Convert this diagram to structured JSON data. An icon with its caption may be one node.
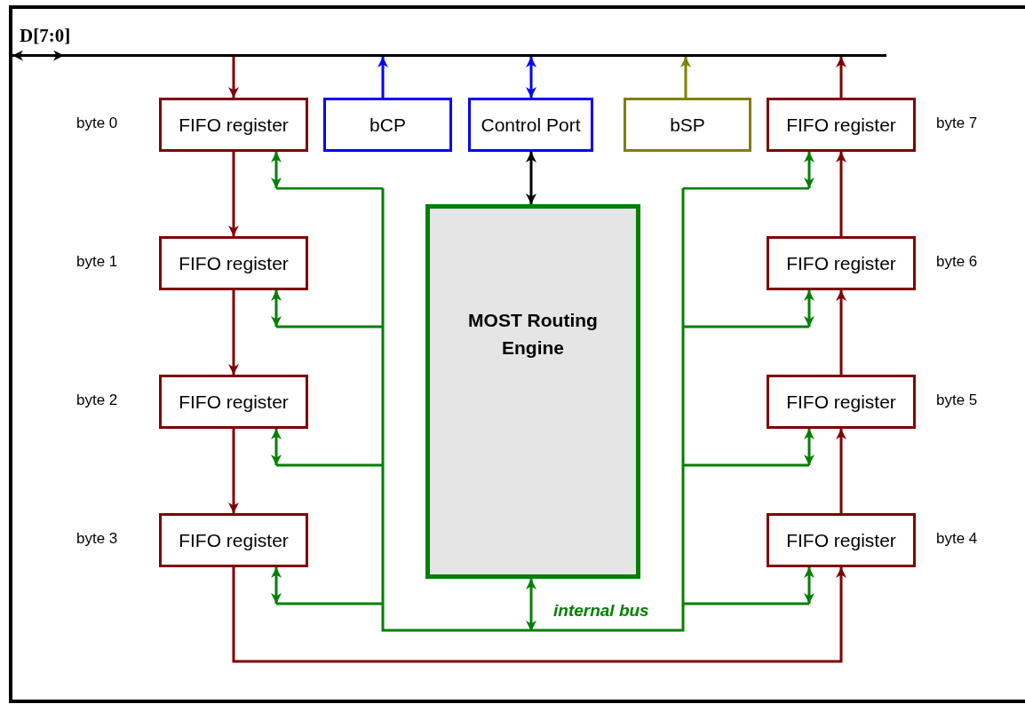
{
  "diagram": {
    "nodes": [
      {
        "text": [
          "D[7:0]"
        ]
      },
      {
        "text": [
          "FIFO register"
        ],
        "beside": [
          "byte 0"
        ]
      },
      {
        "text": [
          "bCP"
        ]
      },
      {
        "text": [
          "Control Port"
        ]
      },
      {
        "text": [
          "bSP"
        ]
      },
      {
        "text": [
          "FIFO register"
        ],
        "beside": [
          "byte 7"
        ]
      },
      {
        "text": [
          "MOST Routing Engine"
        ],
        "in": 13
      },
      {
        "text": [
          "FIFO register"
        ],
        "beside": [
          "byte 1"
        ]
      },
      {
        "text": [
          "FIFO register"
        ],
        "beside": [
          "byte 6"
        ]
      },
      {
        "text": [
          "FIFO register"
        ],
        "beside": [
          "byte 2"
        ]
      },
      {
        "text": [
          "FIFO register"
        ],
        "beside": [
          "byte 5"
        ]
      },
      {
        "text": [
          "FIFO register"
        ],
        "beside": [
          "byte 3"
        ]
      },
      {
        "text": [
          "FIFO register"
        ],
        "beside": [
          "byte 4"
        ]
      },
      {
        "text": [
          "internal bus"
        ]
      }
    ],
    "edges": [
      {
        "from": null,
        "to": 0,
        "arrow": "both",
        "color": "#000000"
      },
      {
        "from": 0,
        "to": 1,
        "arrow": "to",
        "color": "#800000"
      },
      {
        "from": 2,
        "to": 0,
        "arrow": "to",
        "color": "#0000ff"
      },
      {
        "from": 3,
        "to": 0,
        "arrow": "both",
        "color": "#0000ff"
      },
      {
        "from": 4,
        "to": 0,
        "arrow": "to",
        "color": "#808000"
      },
      {
        "from": 5,
        "to": 0,
        "arrow": "to",
        "color": "#800000"
      },
      {
        "from": 3,
        "to": 6,
        "arrow": "both",
        "color": "#000000"
      },
      {
        "from": 1,
        "to": 7,
        "arrow": "to",
        "color": "#800000"
      },
      {
        "from": 7,
        "to": 9,
        "arrow": "to",
        "color": "#800000"
      },
      {
        "from": 9,
        "to": 11,
        "arrow": "to",
        "color": "#800000"
      },
      {
        "from": 11,
        "to": 12,
        "arrow": "to",
        "color": "#800000"
      },
      {
        "from": 12,
        "to": 10,
        "arrow": "to",
        "color": "#800000"
      },
      {
        "from": 10,
        "to": 8,
        "arrow": "to",
        "color": "#800000"
      },
      {
        "from": 8,
        "to": 5,
        "arrow": "to",
        "color": "#800000"
      },
      {
        "from": 1,
        "to": 13,
        "arrow": "both",
        "color": "#008000"
      },
      {
        "from": 7,
        "to": 13,
        "arrow": "both",
        "color": "#008000"
      },
      {
        "from": 9,
        "to": 13,
        "arrow": "both",
        "color": "#008000"
      },
      {
        "from": 11,
        "to": 13,
        "arrow": "both",
        "color": "#008000"
      },
      {
        "from": 5,
        "to": 13,
        "arrow": "both",
        "color": "#008000"
      },
      {
        "from": 8,
        "to": 13,
        "arrow": "both",
        "color": "#008000"
      },
      {
        "from": 10,
        "to": 13,
        "arrow": "both",
        "color": "#008000"
      },
      {
        "from": 12,
        "to": 13,
        "arrow": "both",
        "color": "#008000"
      },
      {
        "from": 6,
        "to": 13,
        "arrow": "both",
        "color": "#008000"
      }
    ]
  }
}
